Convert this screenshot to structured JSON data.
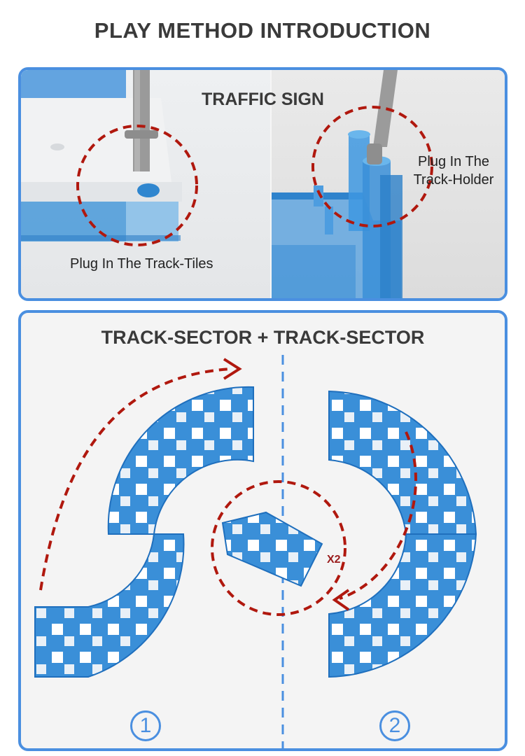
{
  "page": {
    "title": "PLAY METHOD INTRODUCTION"
  },
  "traffic_sign": {
    "title": "TRAFFIC SIGN",
    "caption_left": "Plug In The Track-Tiles",
    "caption_right_line1": "Plug In The",
    "caption_right_line2": "Track-Holder"
  },
  "track_sector": {
    "title": "TRACK-SECTOR + TRACK-SECTOR",
    "multiplier": "X2",
    "step1": "1",
    "step2": "2"
  },
  "colors": {
    "accent": "#4a8fe0",
    "track_blue": "#3a8fd8",
    "arrow_red": "#b0180e",
    "title_text": "#3a3a3a"
  }
}
